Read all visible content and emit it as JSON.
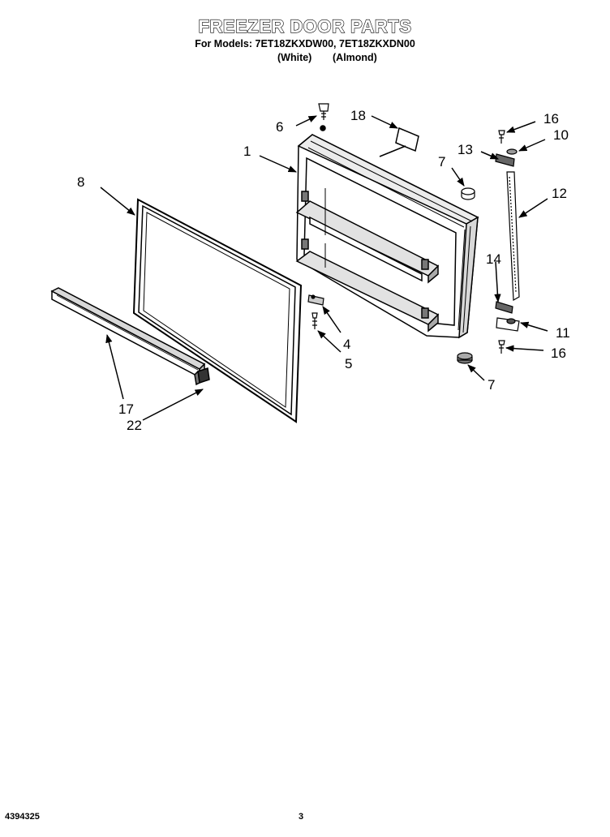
{
  "header": {
    "title": "FREEZER DOOR PARTS",
    "models_line": "For Models: 7ET18ZKXDW00, 7ET18ZKXDN00",
    "color_white": "(White)",
    "color_almond": "(Almond)"
  },
  "callouts": {
    "c1": "1",
    "c4": "4",
    "c5": "5",
    "c6": "6",
    "c7a": "7",
    "c7b": "7",
    "c8": "8",
    "c10": "10",
    "c11": "11",
    "c12": "12",
    "c13": "13",
    "c14": "14",
    "c16a": "16",
    "c16b": "16",
    "c17": "17",
    "c18": "18",
    "c22": "22"
  },
  "footer": {
    "doc_number": "4394325",
    "page_number": "3"
  }
}
